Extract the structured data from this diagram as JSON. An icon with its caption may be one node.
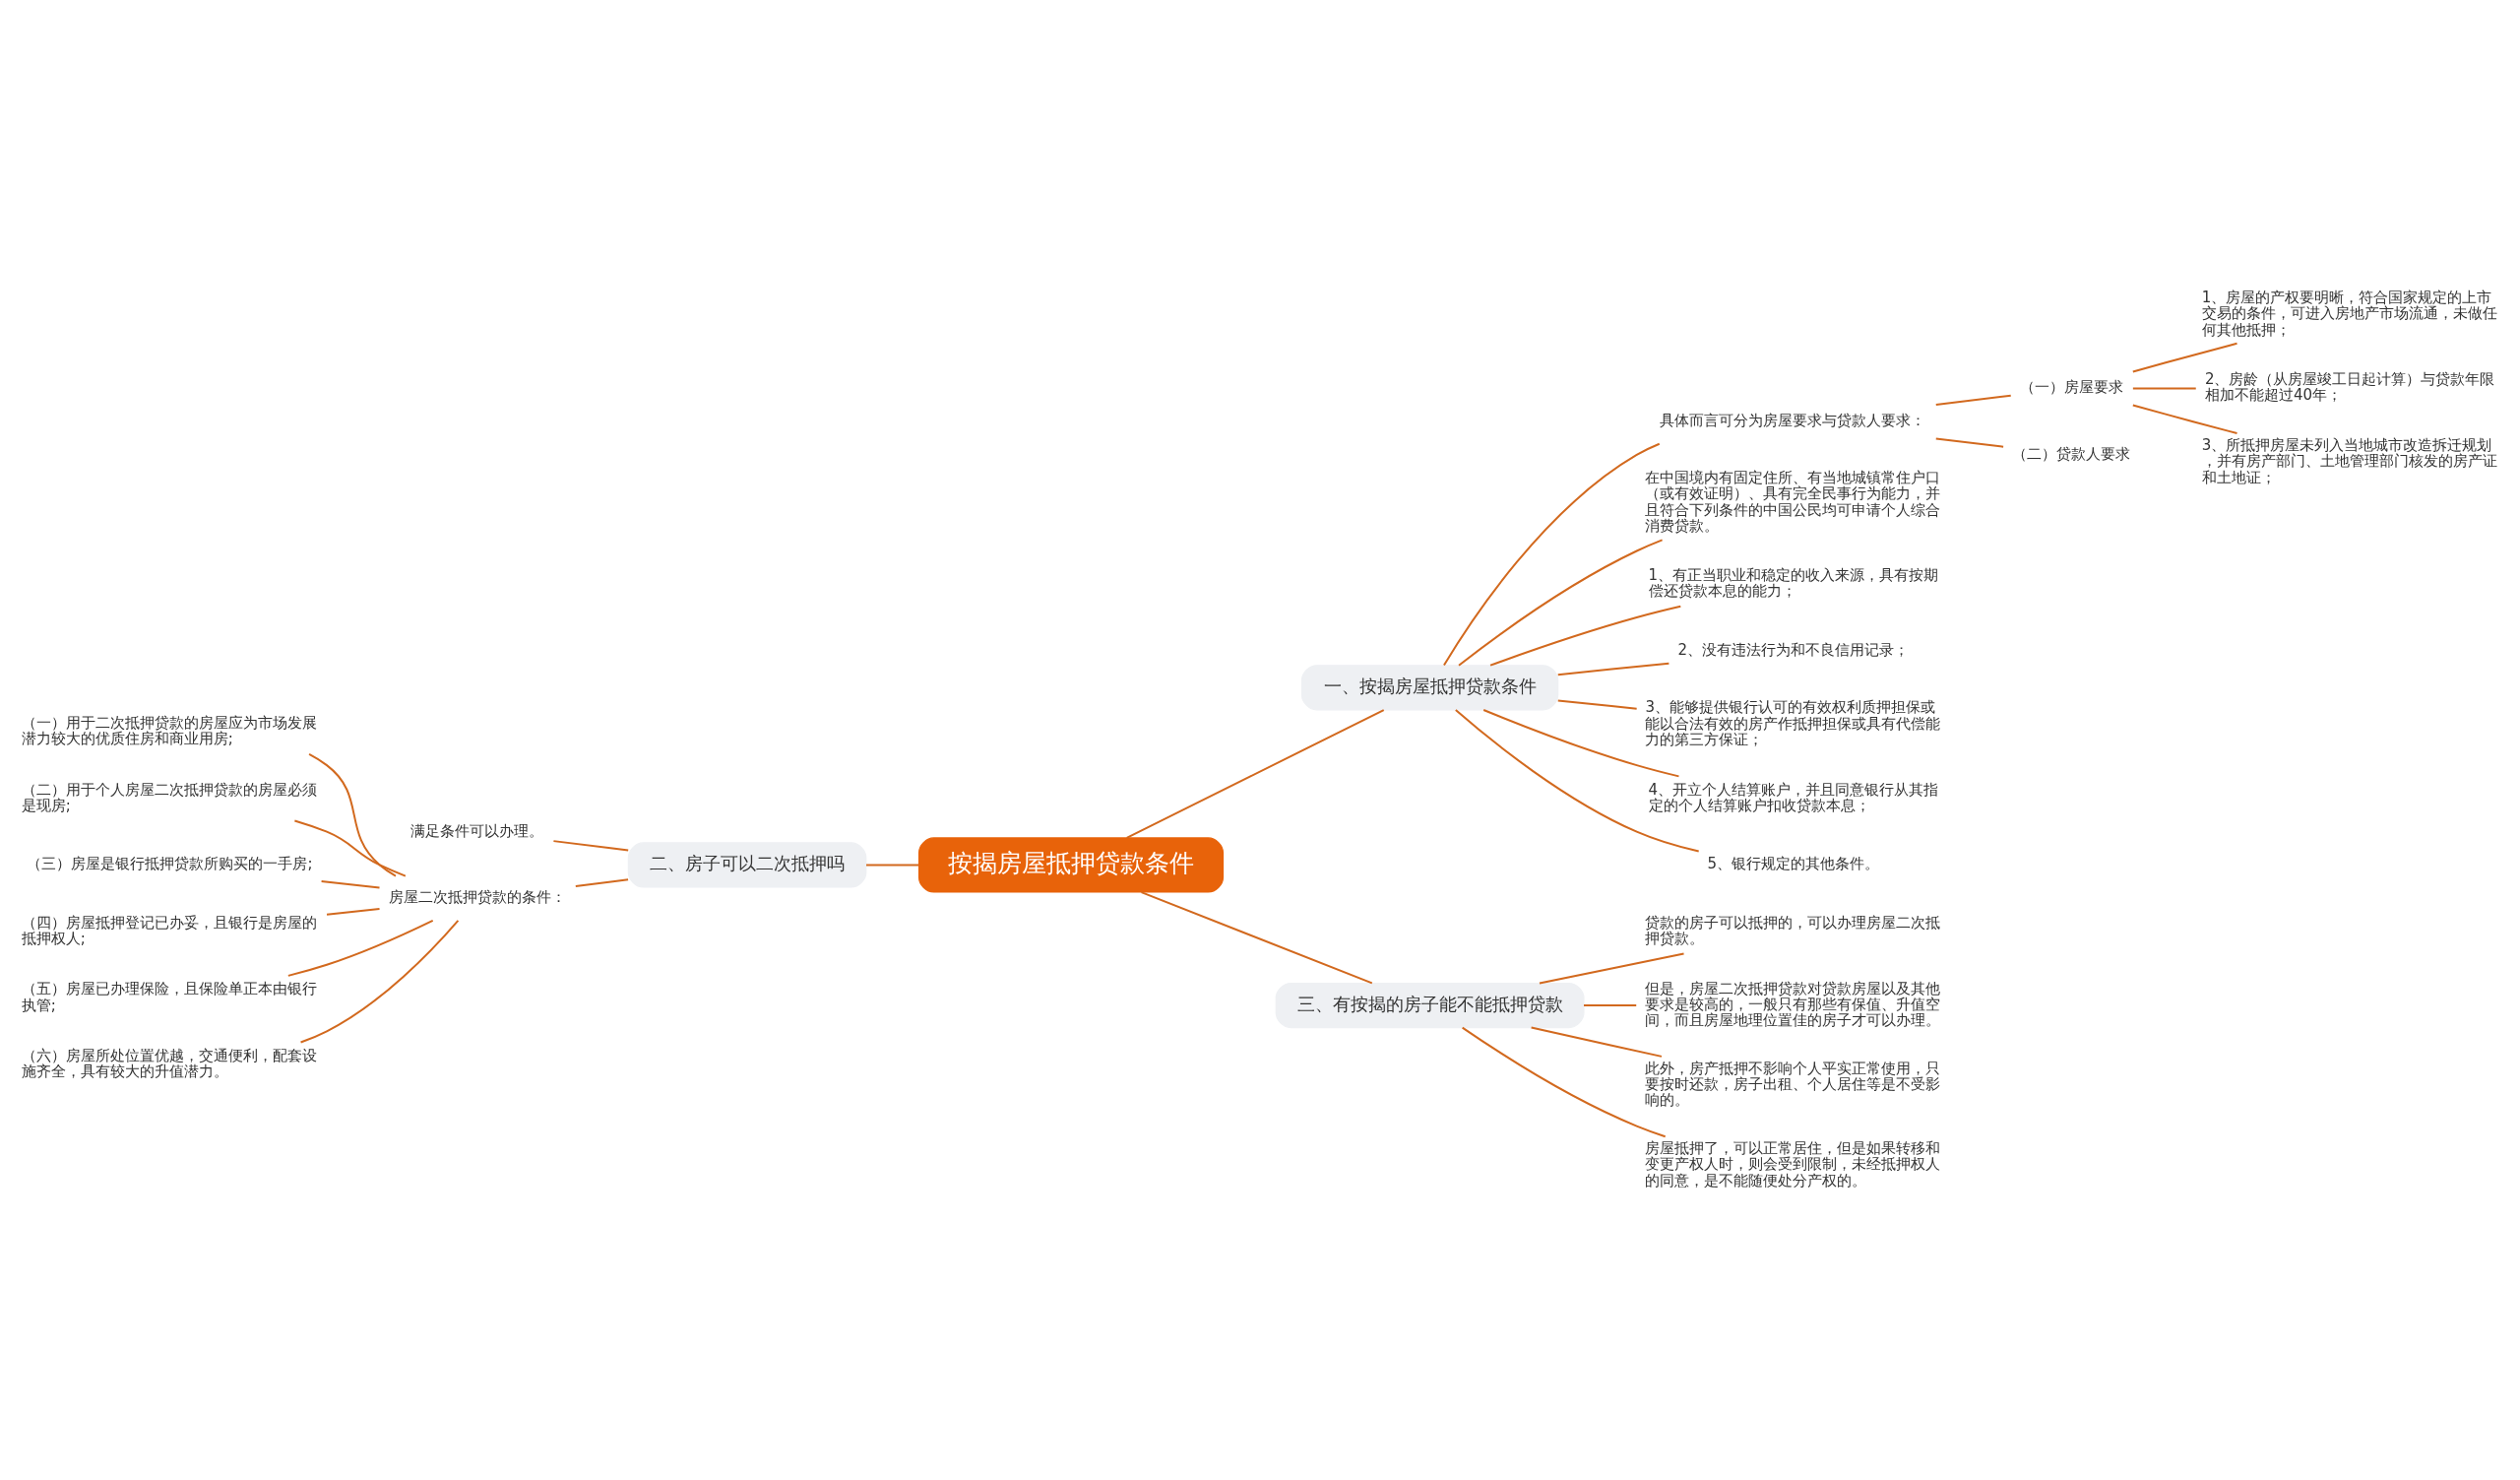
{
  "diagram": {
    "nodes": [
      {
        "text": [
          "按揭房屋抵押贷款条件"
        ]
      },
      {
        "text": [
          "一、按揭房屋抵押贷款条件"
        ]
      },
      {
        "text": [
          "具体而言可分为房屋要求与贷款人要求："
        ]
      },
      {
        "text": [
          "（一）房屋要求"
        ]
      },
      {
        "text": [
          "1、房屋的产权要明晰，符合国家规定的上市交易的条件，可进入房地产市场流通，未做任何其他抵押；"
        ]
      },
      {
        "text": [
          "2、房龄（从房屋竣工日起计算）与贷款年限相加不能超过40年；"
        ]
      },
      {
        "text": [
          "3、所抵押房屋未列入当地城市改造拆迁规划，并有房产部门、土地管理部门核发的房产证和土地证；"
        ]
      },
      {
        "text": [
          "（二）贷款人要求"
        ]
      },
      {
        "text": [
          "在中国境内有固定住所、有当地城镇常住户口（或有效证明）、具有完全民事行为能力，并且符合下列条件的中国公民均可申请个人综合消费贷款。"
        ]
      },
      {
        "text": [
          "1、有正当职业和稳定的收入来源，具有按期偿还贷款本息的能力；"
        ]
      },
      {
        "text": [
          "2、没有违法行为和不良信用记录；"
        ]
      },
      {
        "text": [
          "3、能够提供银行认可的有效权利质押担保或能以合法有效的房产作抵押担保或具有代偿能力的第三方保证；"
        ]
      },
      {
        "text": [
          "4、开立个人结算账户，并且同意银行从其指定的个人结算账户扣收贷款本息；"
        ]
      },
      {
        "text": [
          "5、银行规定的其他条件。"
        ]
      },
      {
        "text": [
          "二、房子可以二次抵押吗"
        ]
      },
      {
        "text": [
          "满足条件可以办理。"
        ]
      },
      {
        "text": [
          "房屋二次抵押贷款的条件："
        ]
      },
      {
        "text": [
          "（一）用于二次抵押贷款的房屋应为市场发展潜力较大的优质住房和商业用房;"
        ]
      },
      {
        "text": [
          "（二）用于个人房屋二次抵押贷款的房屋必须是现房;"
        ]
      },
      {
        "text": [
          "（三）房屋是银行抵押贷款所购买的一手房;"
        ]
      },
      {
        "text": [
          "（四）房屋抵押登记已办妥，且银行是房屋的抵押权人;"
        ]
      },
      {
        "text": [
          "（五）房屋已办理保险，且保险单正本由银行执管;"
        ]
      },
      {
        "text": [
          "（六）房屋所处位置优越，交通便利，配套设施齐全，具有较大的升值潜力。"
        ]
      },
      {
        "text": [
          "三、有按揭的房子能不能抵押贷款"
        ]
      },
      {
        "text": [
          "贷款的房子可以抵押的，可以办理房屋二次抵押贷款。"
        ]
      },
      {
        "text": [
          "但是，房屋二次抵押贷款对贷款房屋以及其他要求是较高的，一般只有那些有保值、升值空间，而且房屋地理位置佳的房子才可以办理。"
        ]
      },
      {
        "text": [
          "此外，房产抵押不影响个人平实正常使用，只要按时还款，房子出租、个人居住等是不受影响的。"
        ]
      },
      {
        "text": [
          "房屋抵押了，可以正常居住，但是如果转移和变更产权人时，则会受到限制，未经抵押权人的同意，是不能随便处分产权的。"
        ]
      }
    ],
    "edges": [
      {
        "from": 0,
        "to": 1,
        "arrow": "none"
      },
      {
        "from": 1,
        "to": 2,
        "arrow": "none"
      },
      {
        "from": 2,
        "to": 3,
        "arrow": "none"
      },
      {
        "from": 3,
        "to": 4,
        "arrow": "none"
      },
      {
        "from": 3,
        "to": 5,
        "arrow": "none"
      },
      {
        "from": 3,
        "to": 6,
        "arrow": "none"
      },
      {
        "from": 2,
        "to": 7,
        "arrow": "none"
      },
      {
        "from": 1,
        "to": 8,
        "arrow": "none"
      },
      {
        "from": 1,
        "to": 9,
        "arrow": "none"
      },
      {
        "from": 1,
        "to": 10,
        "arrow": "none"
      },
      {
        "from": 1,
        "to": 11,
        "arrow": "none"
      },
      {
        "from": 1,
        "to": 12,
        "arrow": "none"
      },
      {
        "from": 1,
        "to": 13,
        "arrow": "none"
      },
      {
        "from": 0,
        "to": 14,
        "arrow": "none"
      },
      {
        "from": 14,
        "to": 15,
        "arrow": "none"
      },
      {
        "from": 14,
        "to": 16,
        "arrow": "none"
      },
      {
        "from": 16,
        "to": 17,
        "arrow": "none"
      },
      {
        "from": 16,
        "to": 18,
        "arrow": "none"
      },
      {
        "from": 16,
        "to": 19,
        "arrow": "none"
      },
      {
        "from": 16,
        "to": 20,
        "arrow": "none"
      },
      {
        "from": 16,
        "to": 21,
        "arrow": "none"
      },
      {
        "from": 16,
        "to": 22,
        "arrow": "none"
      },
      {
        "from": 0,
        "to": 23,
        "arrow": "none"
      },
      {
        "from": 23,
        "to": 24,
        "arrow": "none"
      },
      {
        "from": 23,
        "to": 25,
        "arrow": "none"
      },
      {
        "from": 23,
        "to": 26,
        "arrow": "none"
      },
      {
        "from": 23,
        "to": 27,
        "arrow": "none"
      }
    ]
  }
}
